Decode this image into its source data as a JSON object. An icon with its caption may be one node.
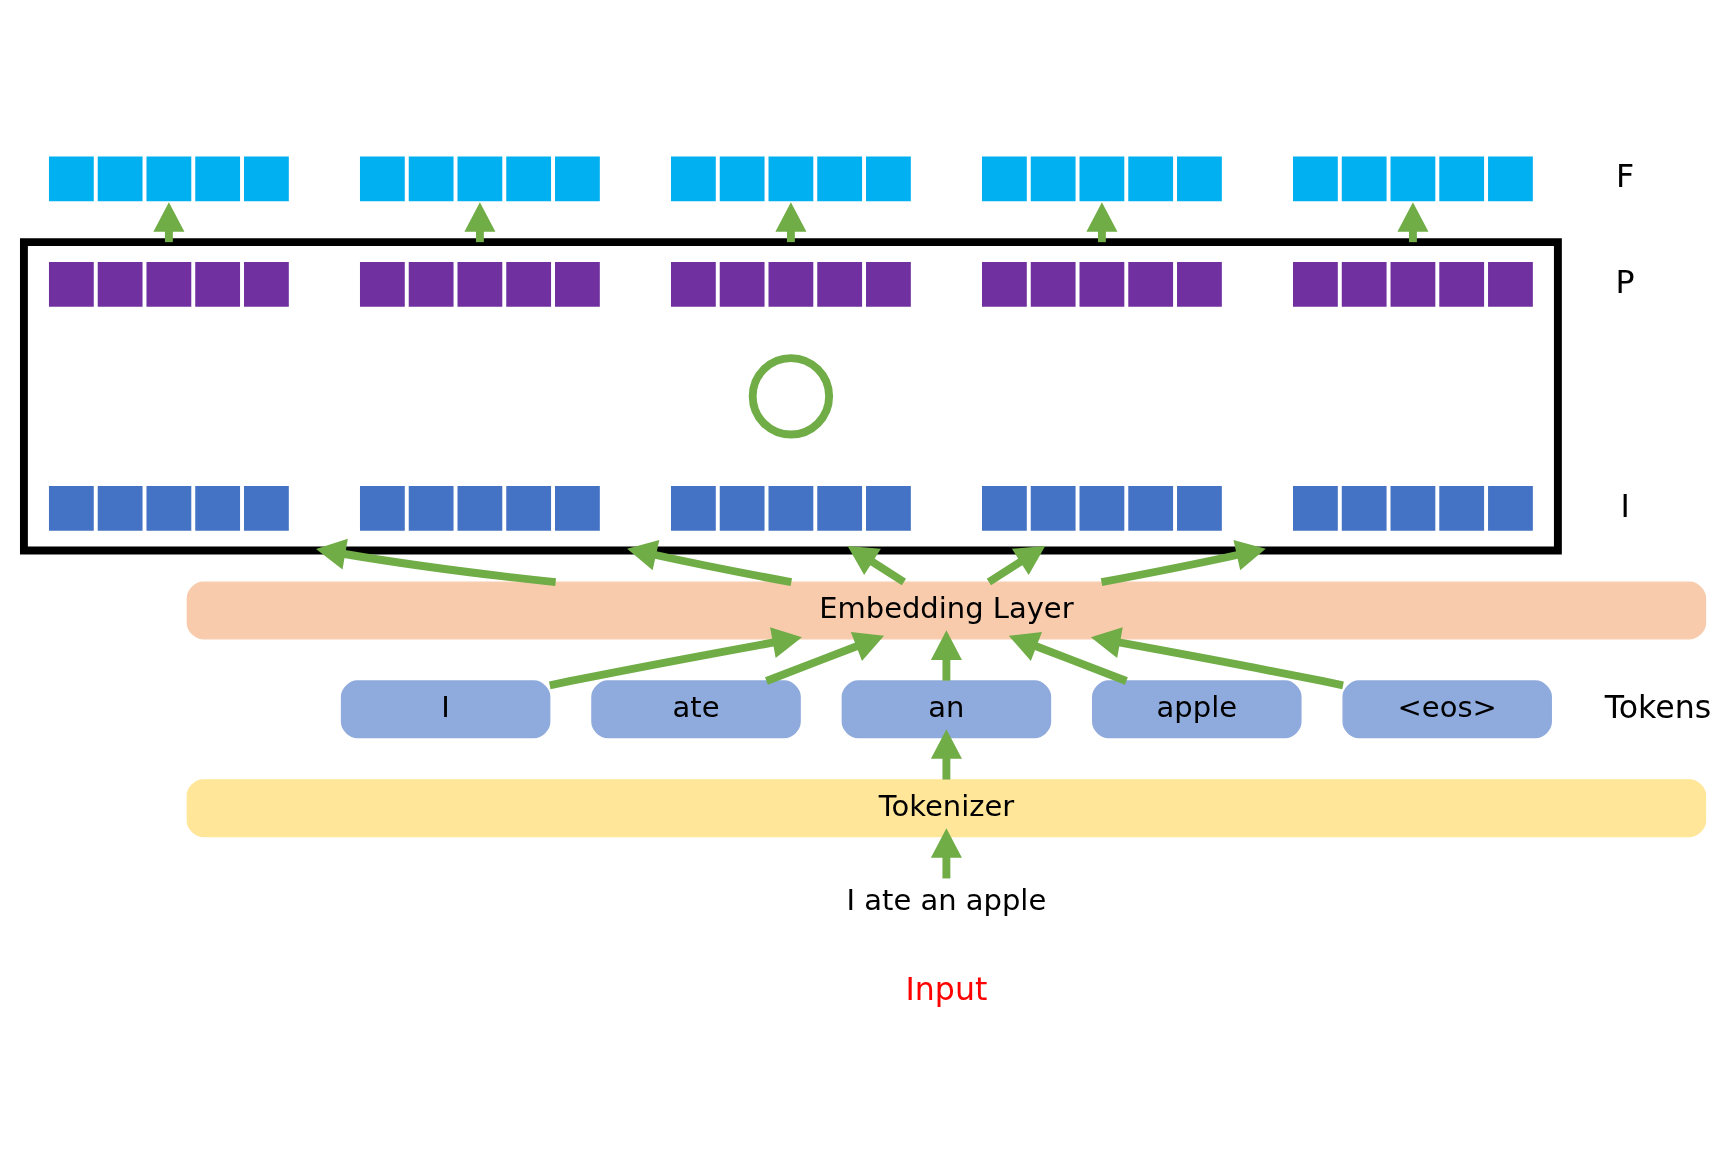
{
  "diagram": {
    "nodes": [
      {
        "text": [],
        "shape": "bar"
      },
      {
        "text": [],
        "shape": "bar"
      },
      {
        "text": [],
        "shape": "bar"
      },
      {
        "text": [],
        "shape": "bar"
      },
      {
        "text": [],
        "shape": "bar"
      },
      {
        "text": [],
        "shape": "box"
      },
      {
        "text": [],
        "shape": "bar",
        "in": 5
      },
      {
        "text": [],
        "shape": "bar",
        "in": 5
      },
      {
        "text": [],
        "shape": "bar",
        "in": 5
      },
      {
        "text": [],
        "shape": "bar",
        "in": 5
      },
      {
        "text": [],
        "shape": "bar",
        "in": 5
      },
      {
        "text": [],
        "shape": "circle",
        "in": 5
      },
      {
        "text": [],
        "shape": "bar",
        "in": 5
      },
      {
        "text": [],
        "shape": "bar",
        "in": 5
      },
      {
        "text": [],
        "shape": "bar",
        "in": 5
      },
      {
        "text": [],
        "shape": "bar",
        "in": 5
      },
      {
        "text": [],
        "shape": "bar",
        "in": 5
      },
      {
        "text": [
          "Embedding Layer"
        ]
      },
      {
        "text": [
          "I"
        ]
      },
      {
        "text": [
          "ate"
        ]
      },
      {
        "text": [
          "an"
        ]
      },
      {
        "text": [
          "apple"
        ]
      },
      {
        "text": [
          "<eos>"
        ]
      },
      {
        "text": [
          "Tokenizer"
        ]
      },
      {
        "text": [
          "I ate an apple"
        ]
      }
    ],
    "edges": [
      {
        "from": 24,
        "to": 23,
        "arrow": "to"
      },
      {
        "from": 23,
        "to": 20,
        "arrow": "to"
      },
      {
        "from": 18,
        "to": 17,
        "arrow": "to"
      },
      {
        "from": 19,
        "to": 17,
        "arrow": "to"
      },
      {
        "from": 20,
        "to": 17,
        "arrow": "to"
      },
      {
        "from": 21,
        "to": 17,
        "arrow": "to"
      },
      {
        "from": 22,
        "to": 17,
        "arrow": "to"
      },
      {
        "from": 17,
        "to": 5,
        "arrow": "to"
      },
      {
        "from": 17,
        "to": 5,
        "arrow": "to"
      },
      {
        "from": 17,
        "to": 5,
        "arrow": "to"
      },
      {
        "from": 17,
        "to": 5,
        "arrow": "to"
      },
      {
        "from": 17,
        "to": 5,
        "arrow": "to"
      },
      {
        "from": 5,
        "to": 0,
        "arrow": "to"
      },
      {
        "from": 5,
        "to": 1,
        "arrow": "to"
      },
      {
        "from": 5,
        "to": 2,
        "arrow": "to"
      },
      {
        "from": 5,
        "to": 3,
        "arrow": "to"
      },
      {
        "from": 5,
        "to": 4,
        "arrow": "to"
      }
    ],
    "labels": [
      "F",
      "P",
      "I",
      "Tokens",
      "Input"
    ]
  }
}
